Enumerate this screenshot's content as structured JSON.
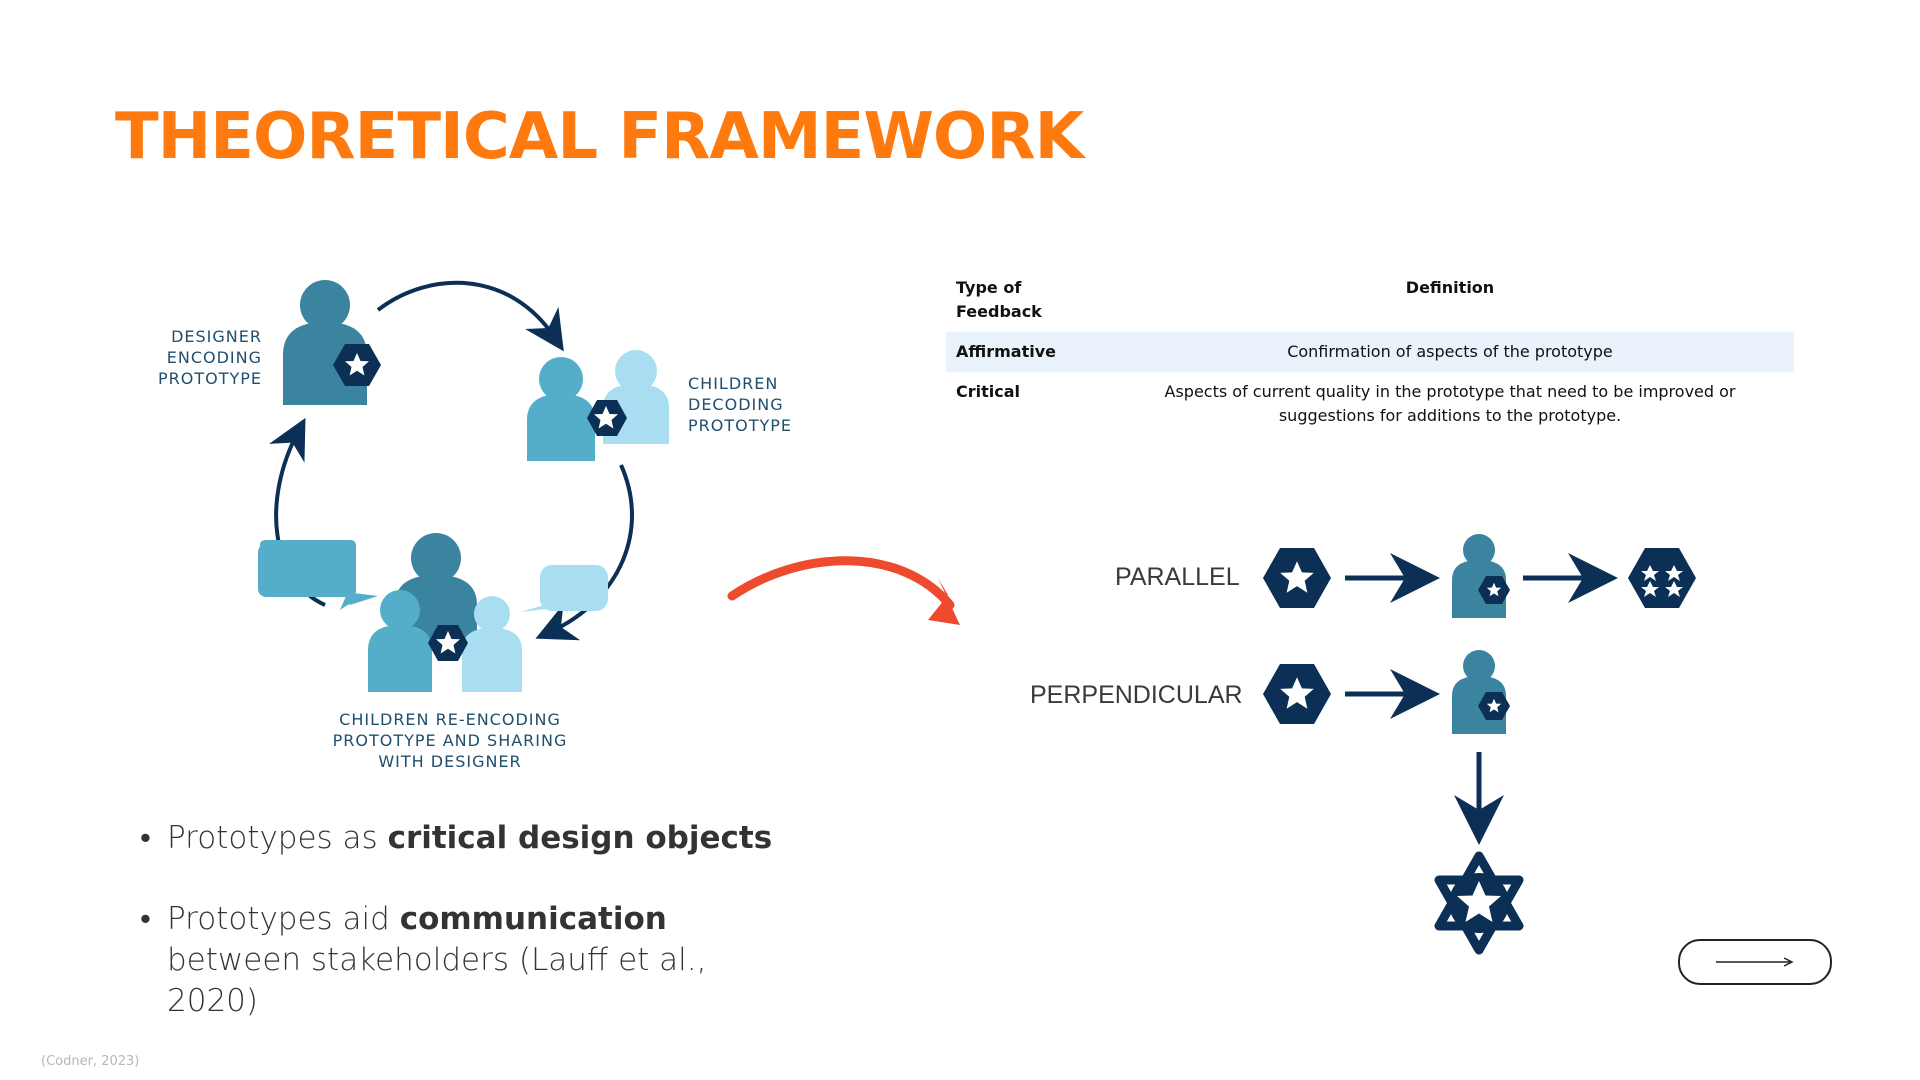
{
  "slide": {
    "title": "THEORETICAL FRAMEWORK",
    "citation": "(Codner, 2023)"
  },
  "cycle": {
    "designer_label": "DESIGNER\nENCODING\nPROTOTYPE",
    "children_label": "CHILDREN\nDECODING\nPROTOTYPE",
    "reencoding_label": "CHILDREN RE-ENCODING\nPROTOTYPE AND SHARING\nWITH DESIGNER"
  },
  "bullets": {
    "item1_pre": "Prototypes as ",
    "item1_bold": "critical design objects",
    "item2_pre": "Prototypes aid ",
    "item2_bold": "communication",
    "item2_post": " between stakeholders (Lauff et al., 2020)"
  },
  "table": {
    "header_type": "Type of Feedback",
    "header_definition": "Definition",
    "rows": [
      {
        "type": "Affirmative",
        "definition": "Confirmation of aspects of the prototype"
      },
      {
        "type": "Critical",
        "definition": "Aspects of current quality in the prototype that need to be improved or suggestions for additions to the prototype."
      }
    ]
  },
  "flow": {
    "parallel_label": "PARALLEL",
    "perpendicular_label": "PERPENDICULAR"
  },
  "colors": {
    "title": "#ff7a0e",
    "navy": "#0b2f55",
    "teal_dark": "#3a849f",
    "teal": "#55aec9",
    "light_blue": "#a9ddf2",
    "red_arrow": "#ee4a2d"
  },
  "icons": {
    "next": "arrow-right-icon",
    "hexagon_star": "hexagon-star-icon",
    "person": "person-icon"
  }
}
